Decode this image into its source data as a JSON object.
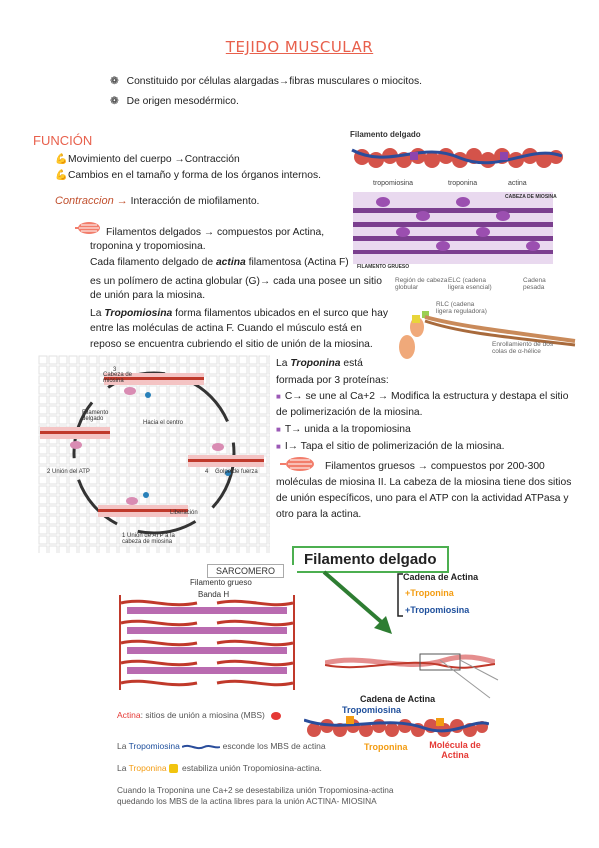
{
  "title": "TEJIDO MUSCULAR",
  "intro": [
    "Constituido por células alargadas→fibras musculares o miocitos.",
    "De origen mesodérmico."
  ],
  "funcion": {
    "heading": "FUNCIÓN",
    "items": [
      "Movimiento del cuerpo →Contracción",
      "Cambios en el tamaño y forma de los órganos internos."
    ]
  },
  "contraccion": {
    "label": "Contraccion →",
    "text": "Interacción de miofilamento."
  },
  "delgados": {
    "line1": "Filamentos delgados → compuestos por Actina,",
    "line2": "troponina y tropomiosina.",
    "line3a": "Cada filamento delgado de ",
    "actina": "actina",
    "line3b": " filamentosa (Actina F)",
    "line4": "es un polímero de actina globular (G)→ cada una posee un sitio",
    "line5": "de unión para la miosina.",
    "line6a": "La ",
    "tropomiosina": "Tropomiosina",
    "line6b": " forma filamentos ubicados en el surco que hay",
    "line7": "entre las moléculas de actina F. Cuando el músculo está en",
    "line8": "reposo se encuentra cubriendo el sitio de unión de la miosina."
  },
  "troponina": {
    "la": "La ",
    "name": "Troponina",
    "esta": " está",
    "line2": "formada por 3 proteínas:",
    "bullets": [
      "C→ se une al Ca+2 → Modifica la estructura y destapa el sitio",
      "de polimerización de la miosina.",
      "T→ unida a la tropomiosina",
      "I→ Tapa el sitio de polimerización de la miosina."
    ]
  },
  "gruesos": {
    "line1": "Filamentos gruesos → compuestos por 200-300",
    "line2": "moléculas de miosina II. La cabeza de la miosina tiene dos sitios",
    "line3": "de unión específicos, uno para el ATP con la actividad ATPasa y",
    "line4": "otro para la actina."
  },
  "fig_top": {
    "filamento_delgado": "Filamento delgado",
    "tropomiosina": "tropomiosina",
    "troponina": "troponina",
    "actina": "actina",
    "cabeza": "CABEZA DE MIOSINA",
    "grueso": "FILAMENTO GRUESO",
    "region": "Región de cabeza globular",
    "elc": "ELC (cadena ligera esencial)",
    "cadena_pesada": "Cadena pesada",
    "rlc": "RLC (cadena ligera reguladora)",
    "enrollamiento": "Enrollamiento de dos colas de α-hélice"
  },
  "cycle": {
    "labels": [
      "Cabeza de miosina",
      "Filamento delgado",
      "Hacia el centro",
      "Unión del ATP",
      "Golpe de fuerza",
      "Liberación",
      "Unión de ATP a la cabeza de miosina"
    ],
    "nums": [
      "1",
      "2",
      "3",
      "4"
    ]
  },
  "fig_bottom": {
    "title": "Filamento delgado",
    "sarcomero": "SARCOMERO",
    "filamento_grueso": "Filamento grueso",
    "banda_h": "Banda H",
    "cadena_actina": "Cadena de Actina",
    "plus_troponina": "+Troponina",
    "plus_tropomiosina": "+Tropomiosina",
    "cadena_actina2": "Cadena de Actina",
    "tropomiosina2": "Tropomiosina",
    "troponina2": "Troponina",
    "molecula": "Molécula de",
    "actina_word": "Actina",
    "actina_line_a": "Actina",
    "actina_line_b": ": sitios de unión a miosina (MBS)",
    "tropo_a": "La ",
    "tropo_b": "Tropomiosina",
    "tropo_c": " esconde los MBS de actina",
    "tropon_a": "La ",
    "tropon_b": "Troponina",
    "tropon_c": " estabiliza unión Tropomiosina-actina.",
    "footer1": "Cuando la Troponina une Ca+2  se desestabiliza unión Tropomiosina-actina",
    "footer2": "quedando los MBS de la actina libres  para la unión ACTINA- MIOSINA"
  }
}
